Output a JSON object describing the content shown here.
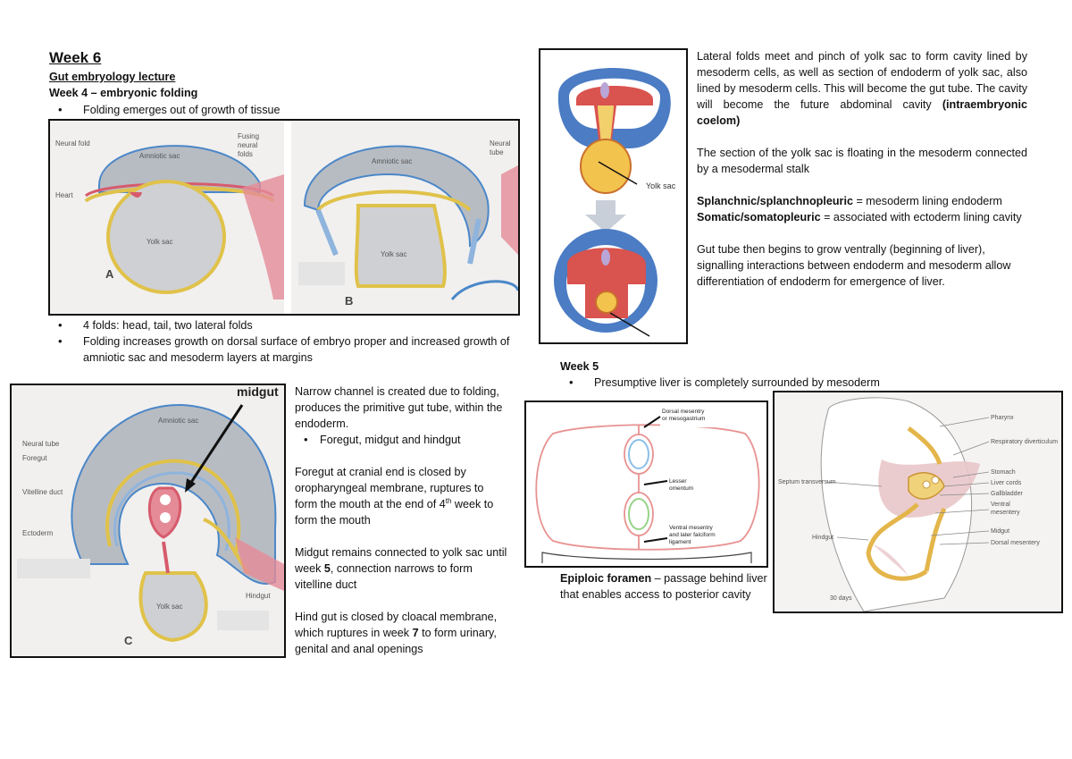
{
  "left": {
    "title": "Week 6",
    "subtitle": "Gut embryology lecture",
    "section": "Week 4 – embryonic folding",
    "bullets_top": [
      "Folding emerges out of growth of tissue"
    ],
    "bullets_mid": [
      "4 folds: head, tail, two lateral folds",
      "Folding increases growth on dorsal surface of embryo proper and increased growth of amniotic sac and mesoderm layers at margins"
    ],
    "fig1": {
      "labels": {
        "neural_fold": "Neural fold",
        "amniotic_a": "Amniotic sac",
        "fusing": "Fusing",
        "fusing2": "neural",
        "fusing3": "folds",
        "heart": "Heart",
        "yolk_a": "Yolk sac",
        "letter_a": "A",
        "amniotic_b": "Amniotic sac",
        "neural_tube": "Neural",
        "neural_tube2": "tube",
        "yolk_b": "Yolk sac",
        "letter_b": "B"
      }
    },
    "fig2": {
      "labels": {
        "midgut": "midgut",
        "amniotic": "Amniotic sac",
        "neural_tube": "Neural tube",
        "foregut": "Foregut",
        "vitelline": "Vitelline duct",
        "ectoderm": "Ectoderm",
        "hindgut": "Hindgut",
        "yolk": "Yolk sac",
        "letter": "C"
      }
    },
    "narrow": {
      "p1": "Narrow channel is created due to folding, produces the primitive gut tube, within the endoderm.",
      "bullet": "Foregut, midgut and hindgut",
      "p2a": "Foregut at cranial end is closed by oropharyngeal membrane, ruptures to form the mouth at the end of 4",
      "p2sup": "th",
      "p2b": " week to form the mouth",
      "p3a": "Midgut remains connected to yolk sac until week ",
      "p3b": "5",
      "p3c": ", connection narrows to form vitelline duct",
      "p4a": "Hind gut is closed by cloacal membrane, which ruptures in week ",
      "p4b": "7",
      "p4c": " to form urinary, genital and anal openings"
    }
  },
  "right": {
    "fig3": {
      "yolk_label": "Yolk sac"
    },
    "p1": "Lateral folds meet and pinch of yolk sac to form cavity lined by mesoderm cells, as well as section of endoderm of yolk sac, also lined by mesoderm cells. This will become the gut tube. The cavity will become the future abdominal cavity",
    "p1b": "(intraembryonic coelom)",
    "p2": "The section of the yolk sac is floating in the mesoderm connected by a mesodermal stalk",
    "splanch_term": "Splanchnic/splanchnopleuric",
    "splanch_def": " = mesoderm lining endoderm",
    "somatic_term": "Somatic/somatopleuric",
    "somatic_def": " = associated with ectoderm lining cavity",
    "p3": "Gut tube then begins to grow ventrally (beginning of liver), signalling interactions between endoderm and mesoderm allow differentiation of endoderm for emergence of liver.",
    "week5": "Week 5",
    "week5_bullet": "Presumptive liver is completely surrounded by mesoderm",
    "fig4": {
      "dorsal": "Dorsal mesentry",
      "dorsal2": "or mesogastrium",
      "lesser": "Lesser",
      "lesser2": "omentum",
      "ventral": "Ventral mesentry",
      "ventral2": "and later falciform",
      "ventral3": "ligament"
    },
    "fig5": {
      "pharynx": "Pharynx",
      "resp": "Respiratory diverticulum",
      "septum": "Septum transversum",
      "stomach": "Stomach",
      "liver": "Liver cords",
      "gall": "Gallbladder",
      "ventral": "Ventral",
      "ventral2": "mesentery",
      "hindgut": "Hindgut",
      "midgut": "Midgut",
      "dorsal": "Dorsal mesentery",
      "days": "30 days"
    },
    "epiploic_term": "Epiploic foramen",
    "epiploic_def": " – passage behind liver that enables access to posterior cavity"
  }
}
